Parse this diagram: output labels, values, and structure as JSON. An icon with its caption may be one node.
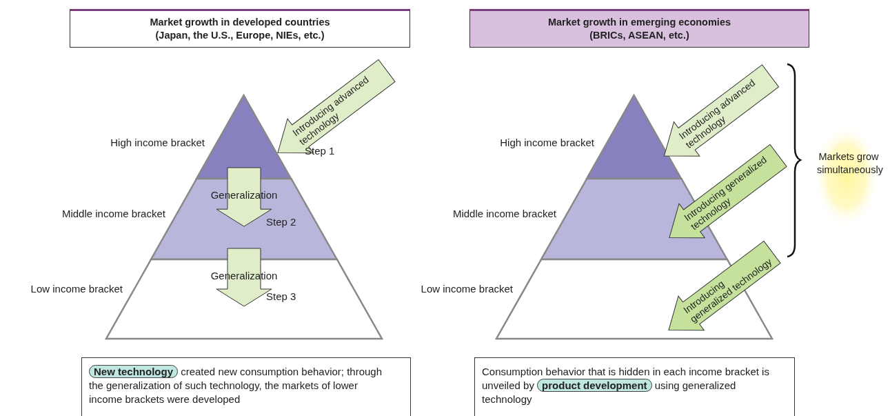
{
  "diagram": {
    "nodes": [
      {
        "text": [
          "Market growth in developed countries (Japan, the U.S., Europe, NIEs, etc.)"
        ]
      },
      {
        "text": [
          "Market growth in emerging economies (BRICs, ASEAN, etc.)"
        ]
      },
      {
        "text": [
          "High income bracket"
        ]
      },
      {
        "text": [
          "Middle income bracket"
        ]
      },
      {
        "text": [
          "Low income bracket"
        ]
      },
      {
        "text": [
          "High income bracket"
        ]
      },
      {
        "text": [
          "Middle income bracket"
        ]
      },
      {
        "text": [
          "Low income bracket"
        ]
      },
      {
        "text": [
          "**New technology** created new consumption behavior; through the generalization of such technology, the markets of lower income brackets were developed"
        ]
      },
      {
        "text": [
          "Consumption behavior that is hidden in each income bracket is unveiled by **product development** using generalized technology"
        ]
      }
    ],
    "edges": [
      {
        "from": null,
        "to": 2,
        "arrow": "to",
        "label": "Introducing advanced technology"
      },
      {
        "from": 2,
        "to": 3,
        "arrow": "to",
        "label": "Generalization"
      },
      {
        "from": 3,
        "to": 4,
        "arrow": "to",
        "label": "Generalization"
      },
      {
        "from": null,
        "to": 5,
        "arrow": "to",
        "label": "Introducing advanced technology"
      },
      {
        "from": null,
        "to": 6,
        "arrow": "to",
        "label": "Introducing generalized technology",
        "color": "#c6e19b"
      },
      {
        "from": null,
        "to": 7,
        "arrow": "to",
        "label": "Introducing generalized technology",
        "color": "#c6e19b"
      }
    ],
    "labels": [
      "Step 1",
      "Step 2",
      "Step 3",
      "Markets grow simultaneously"
    ]
  }
}
